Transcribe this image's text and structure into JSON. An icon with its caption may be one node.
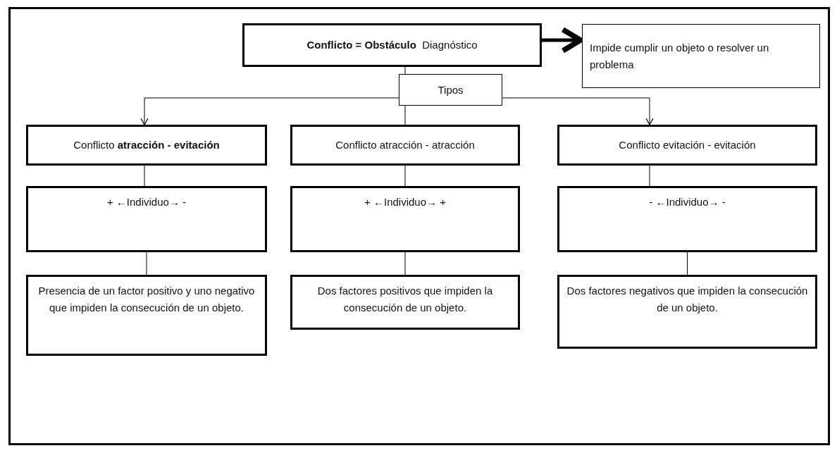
{
  "diagram": {
    "nodes": [
      {
        "text": [
          "**Conflicto = Obstáculo**  Diagnóstico"
        ]
      },
      {
        "text": [
          "Impide cumplir un objeto o resolver un problema"
        ]
      },
      {
        "text": [
          "Tipos"
        ]
      },
      {
        "text": [
          "Conflicto **atracción - evitación**"
        ]
      },
      {
        "text": [
          "Conflicto atracción - atracción"
        ]
      },
      {
        "text": [
          "Conflicto evitación - evitación"
        ]
      },
      {
        "text": [
          "+ ←Individuo→ -"
        ]
      },
      {
        "text": [
          "+ ←Individuo→ +"
        ]
      },
      {
        "text": [
          "- ←Individuo→ -"
        ]
      },
      {
        "text": [
          "Presencia de un factor positivo y uno negativo que impiden la consecución de un objeto."
        ]
      },
      {
        "text": [
          "Dos factores positivos que impiden la consecución de un objeto."
        ]
      },
      {
        "text": [
          "Dos factores negativos que impiden la consecución de un objeto."
        ]
      }
    ],
    "edges": [
      {
        "from": 0,
        "to": 1,
        "arrow": "to",
        "style": "thick"
      },
      {
        "from": 0,
        "to": 2,
        "arrow": "none"
      },
      {
        "from": 2,
        "to": 3,
        "arrow": "to"
      },
      {
        "from": 2,
        "to": 4,
        "arrow": "none"
      },
      {
        "from": 2,
        "to": 5,
        "arrow": "to"
      },
      {
        "from": 3,
        "to": 6,
        "arrow": "none"
      },
      {
        "from": 4,
        "to": 7,
        "arrow": "none"
      },
      {
        "from": 5,
        "to": 8,
        "arrow": "none"
      },
      {
        "from": 6,
        "to": 9,
        "arrow": "none"
      },
      {
        "from": 7,
        "to": 10,
        "arrow": "none"
      },
      {
        "from": 8,
        "to": 11,
        "arrow": "none"
      }
    ]
  }
}
